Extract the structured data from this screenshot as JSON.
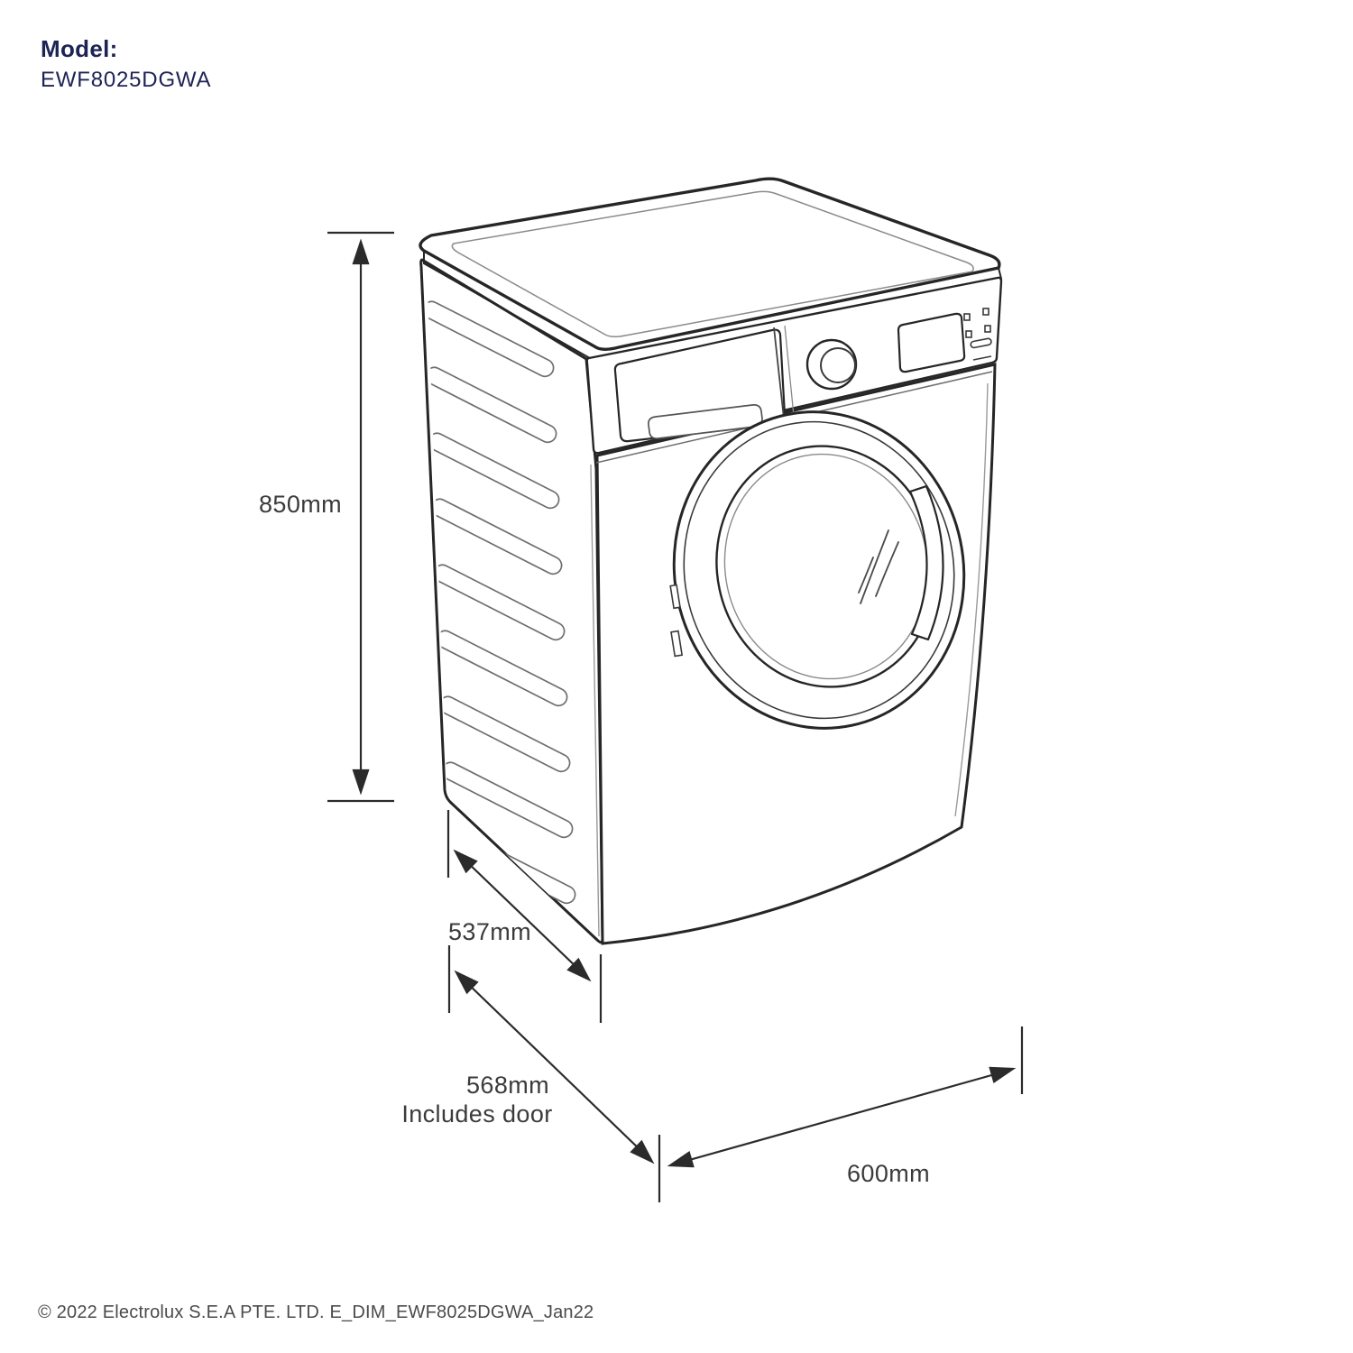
{
  "header": {
    "model_label": "Model:",
    "model_value": "EWF8025DGWA"
  },
  "dimensions": {
    "height": "850mm",
    "depth_body": "537mm",
    "depth_total": "568mm",
    "depth_total_note": "Includes door",
    "width": "600mm"
  },
  "illustration": {
    "type": "front-load-washing-machine-isometric-line-drawing",
    "visible_parts": [
      "top-panel",
      "side-panel-vent-slots",
      "control-panel",
      "detergent-drawer",
      "program-knob",
      "display-screen",
      "indicator-buttons",
      "porthole-door",
      "door-handle",
      "door-hinges",
      "glass-reflection"
    ]
  },
  "footer": {
    "copyright": "© 2022 Electrolux S.E.A PTE. LTD. E_DIM_EWF8025DGWA_Jan22"
  },
  "colors": {
    "brand_navy": "#1d2354",
    "line_dark": "#262626",
    "line_light": "#8a8a8a",
    "label_text": "#3b3b3b",
    "background": "#ffffff"
  }
}
